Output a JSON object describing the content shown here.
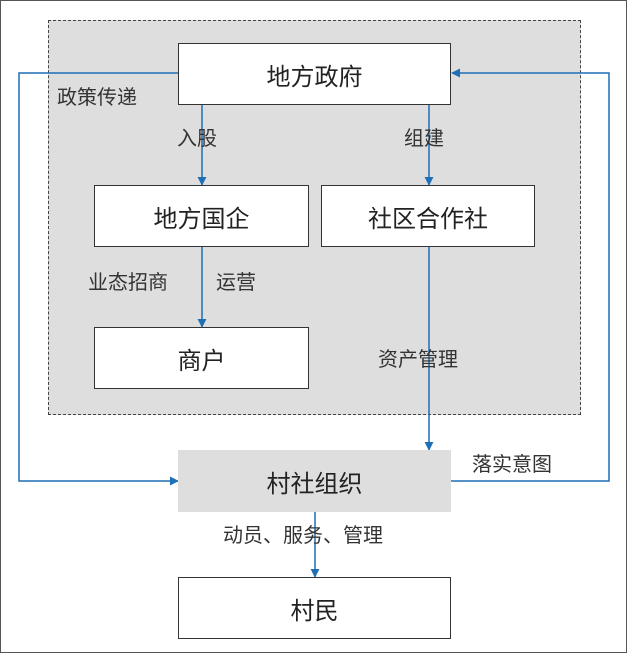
{
  "nodes": {
    "local_gov": "地方政府",
    "local_soe": "地方国企",
    "community_coop": "社区合作社",
    "merchants": "商户",
    "village_org": "村社组织",
    "villagers": "村民"
  },
  "edge_labels": {
    "policy_transfer": "政策传递",
    "shareholding": "入股",
    "establish": "组建",
    "business_recruit": "业态招商",
    "operate": "运营",
    "asset_mgmt": "资产管理",
    "implement_intent": "落实意图",
    "mobilize_serve_manage": "动员、服务、管理"
  },
  "colors": {
    "arrow": "#1f6fb5",
    "region_fill": "#dedede",
    "box_border": "#333333"
  }
}
